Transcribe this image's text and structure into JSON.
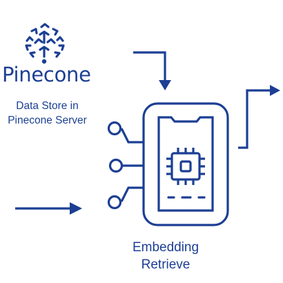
{
  "brand": {
    "name": "Pinecone",
    "logo_icon": "pinecone-logo-icon",
    "color": "#1c3f94"
  },
  "store_label": {
    "line1": "Data Store in",
    "line2": "Pinecone Server"
  },
  "device": {
    "icon": "processor-chip-icon"
  },
  "embedding_label": {
    "line1": "Embedding",
    "line2": "Retrieve"
  },
  "colors": {
    "primary": "#1c3f94",
    "background": "#ffffff"
  }
}
